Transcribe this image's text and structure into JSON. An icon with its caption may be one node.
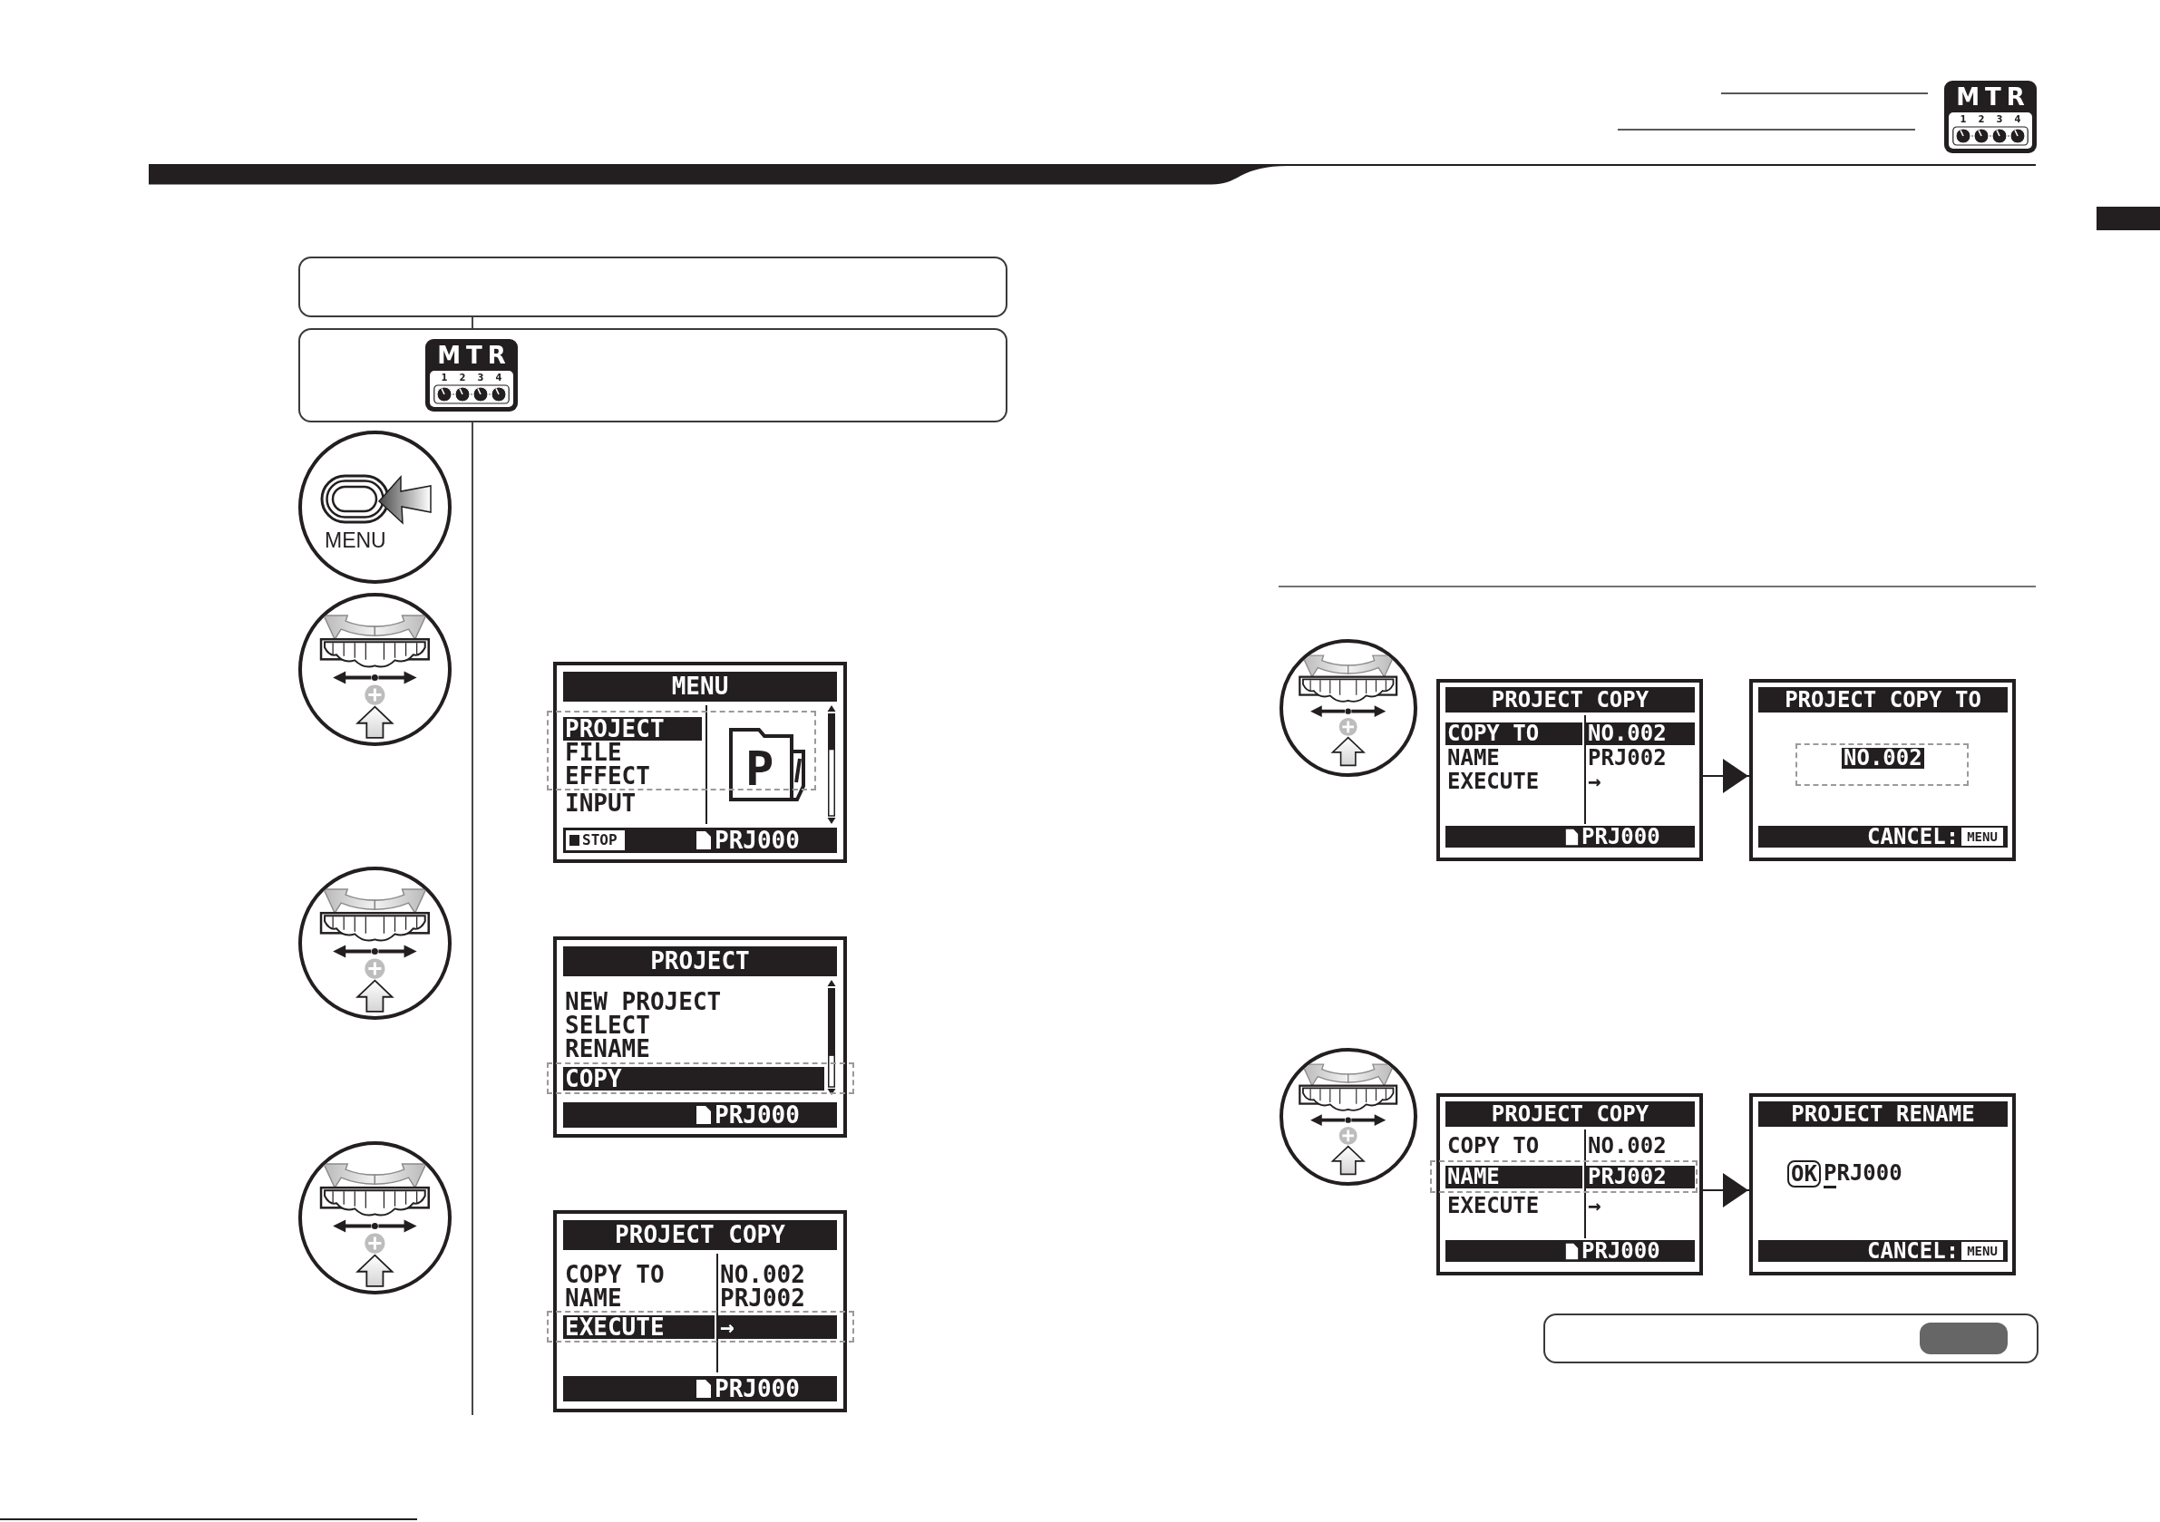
{
  "diagram": {
    "nodes": [
      {
        "text": [],
        "shape": "box"
      },
      {
        "text": [
          "MTR",
          "1 2 3 4"
        ]
      },
      {
        "text": [
          "MENU"
        ]
      },
      {
        "text": [],
        "shape": "circle"
      },
      {
        "text": [
          "MENU",
          "PROJECT",
          "FILE",
          "EFFECT",
          "INPUT",
          "P",
          "STOP",
          "PRJ000"
        ]
      },
      {
        "text": [],
        "shape": "circle"
      },
      {
        "text": [
          "PROJECT",
          "NEW PROJECT",
          "SELECT",
          "RENAME",
          "COPY",
          "PRJ000"
        ]
      },
      {
        "text": [],
        "shape": "circle"
      },
      {
        "text": [
          "PROJECT COPY",
          "COPY TO",
          "NO.002",
          "NAME",
          "PRJ002",
          "EXECUTE",
          "→",
          "PRJ000"
        ]
      },
      {
        "text": [],
        "shape": "circle"
      },
      {
        "text": [
          "PROJECT COPY",
          "COPY TO",
          "NO.002",
          "NAME",
          "PRJ002",
          "EXECUTE",
          "→",
          "PRJ000"
        ]
      },
      {
        "text": [
          "PROJECT COPY TO",
          "NO.002",
          "CANCEL:",
          "MENU"
        ]
      },
      {
        "text": [],
        "shape": "circle"
      },
      {
        "text": [
          "PROJECT COPY",
          "COPY TO",
          "NO.002",
          "NAME",
          "PRJ002",
          "EXECUTE",
          "→",
          "PRJ000"
        ]
      },
      {
        "text": [
          "PROJECT RENAME",
          "OK",
          "PRJ000",
          "CANCEL:",
          "MENU"
        ]
      },
      {
        "text": [],
        "shape": "box"
      }
    ],
    "edges": [
      {
        "from": 0,
        "to": 1,
        "arrow": "none"
      },
      {
        "from": 10,
        "to": 11,
        "arrow": "to"
      },
      {
        "from": 13,
        "to": 14,
        "arrow": "to"
      }
    ],
    "labels": [
      "MTR",
      "1 2 3 4"
    ]
  }
}
